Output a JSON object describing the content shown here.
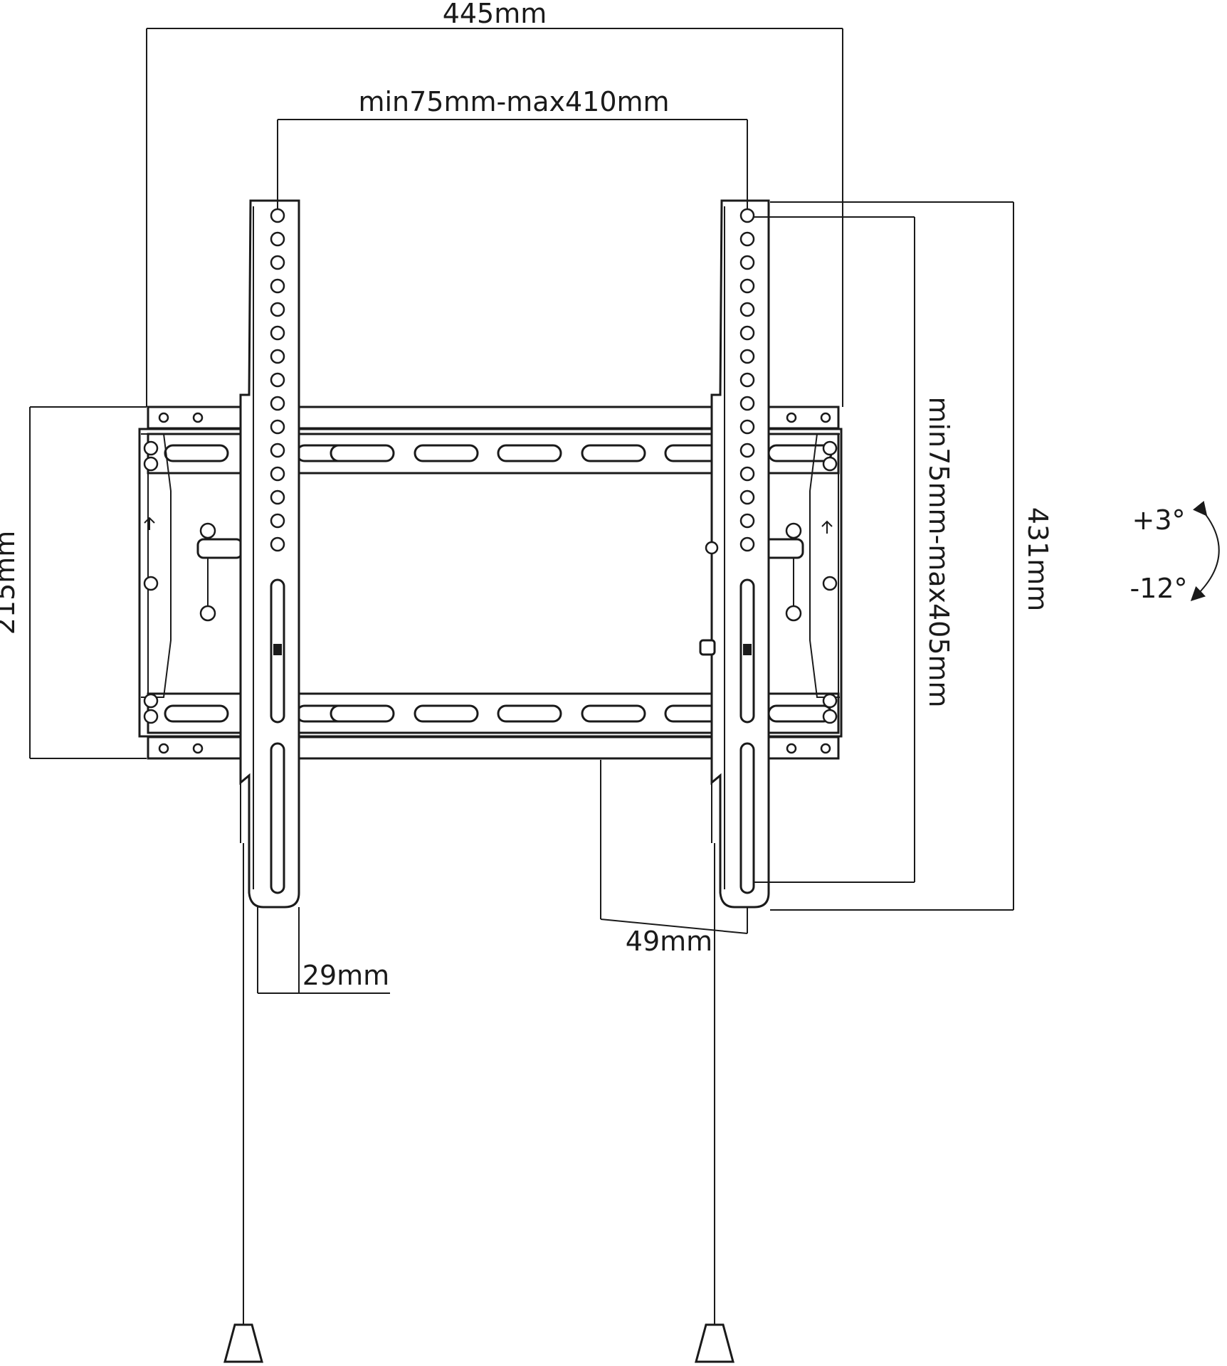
{
  "dimensions": {
    "overall_width": "445mm",
    "arm_spacing": "min75mm-max410mm",
    "vertical_spacing": "min75mm-max405mm",
    "overall_height": "431mm",
    "wall_plate_height": "215mm",
    "wall_depth": "49mm",
    "arm_width": "29mm"
  },
  "tilt": {
    "up": "+3°",
    "down": "-12°"
  },
  "colors": {
    "line": "#1a1a1a",
    "background": "#ffffff"
  },
  "icons": [
    "up-arrow-icon",
    "tilt-arc-arrow-icon",
    "cord-weight-icon",
    "screw-icon"
  ]
}
